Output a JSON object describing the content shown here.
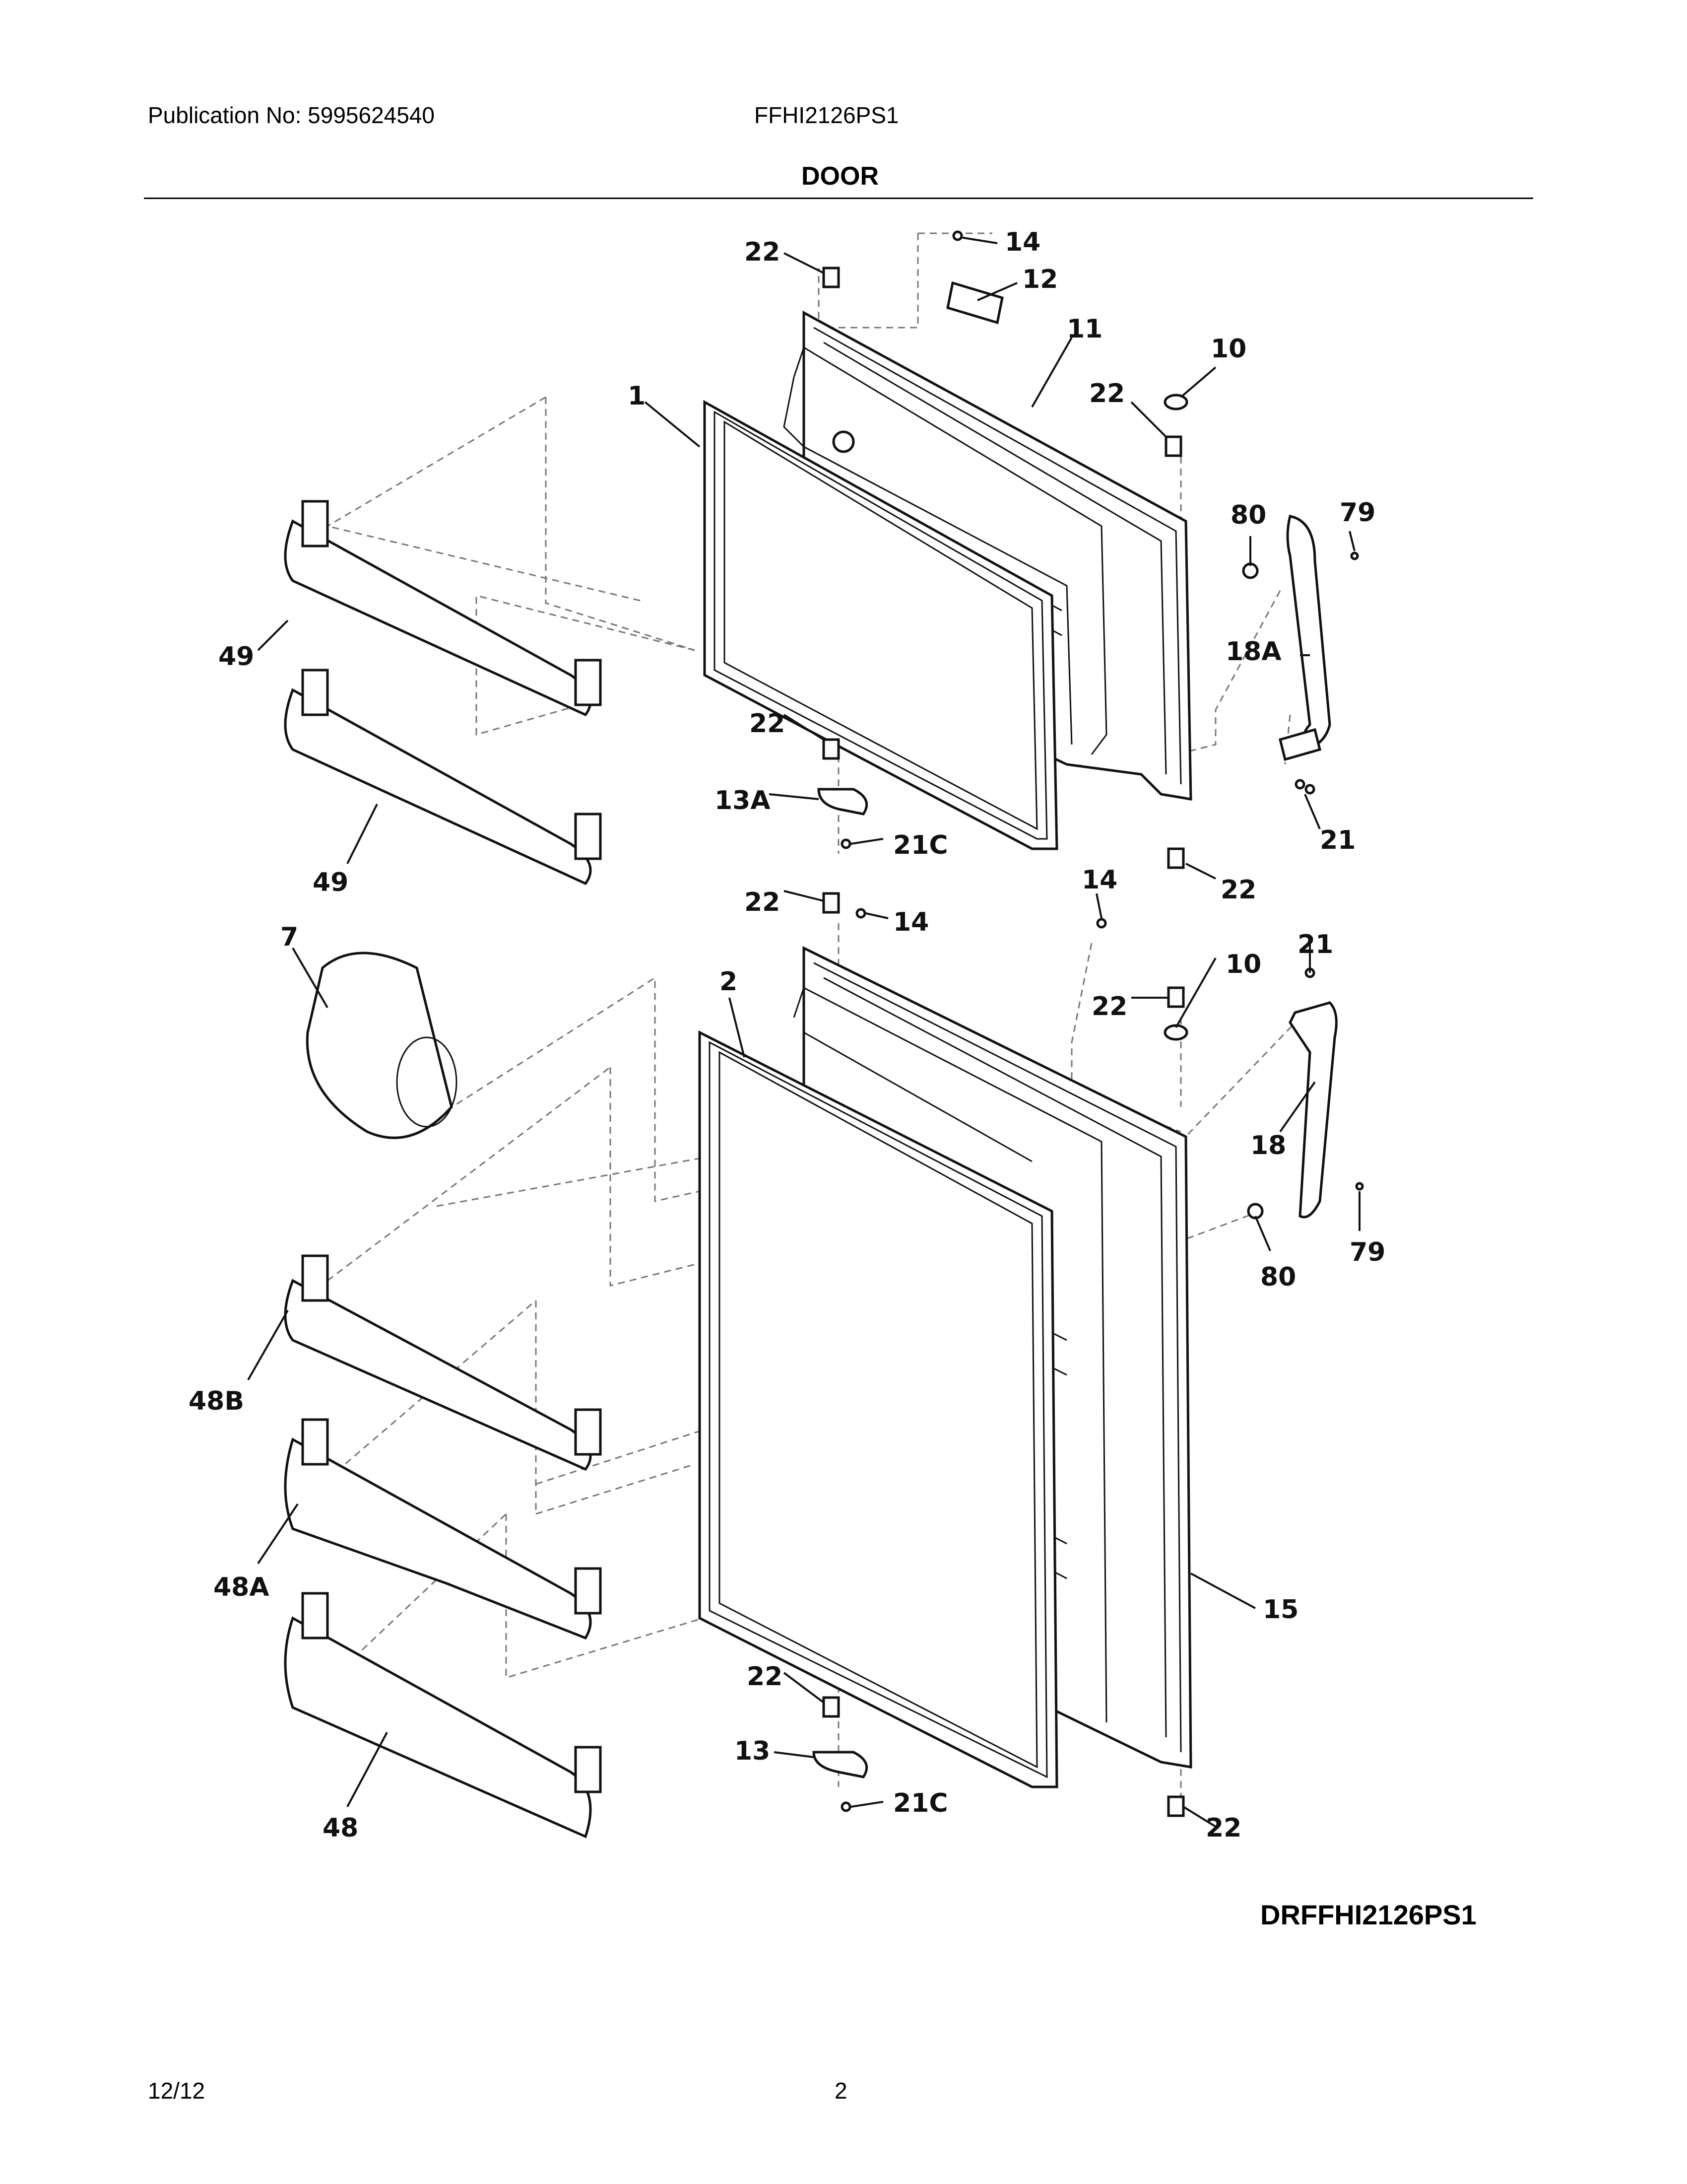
{
  "header": {
    "publication": "Publication No: 5995624540",
    "model": "FFHI2126PS1",
    "section_title": "DOOR"
  },
  "callouts": {
    "c1": "1",
    "c2": "2",
    "c7": "7",
    "c10a": "10",
    "c10b": "10",
    "c11": "11",
    "c12": "12",
    "c13": "13",
    "c13A": "13A",
    "c14a": "14",
    "c14b": "14",
    "c14c": "14",
    "c15": "15",
    "c18": "18",
    "c18A": "18A",
    "c21a": "21",
    "c21b": "21",
    "c21Ca": "21C",
    "c21Cb": "21C",
    "c22a": "22",
    "c22b": "22",
    "c22c": "22",
    "c22d": "22",
    "c22e": "22",
    "c22f": "22",
    "c22g": "22",
    "c22h": "22",
    "c48": "48",
    "c48A": "48A",
    "c48B": "48B",
    "c49a": "49",
    "c49b": "49",
    "c79a": "79",
    "c79b": "79",
    "c80a": "80",
    "c80b": "80"
  },
  "footer": {
    "diagram_code": "DRFFHI2126PS1",
    "date": "12/12",
    "page": "2"
  }
}
